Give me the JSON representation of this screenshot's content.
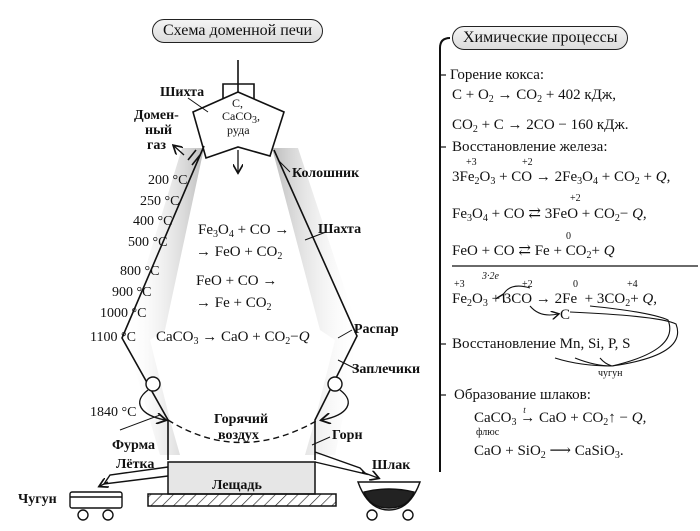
{
  "left_panel": {
    "title": "Схема доменной печи",
    "labels": {
      "charge": "Шихта",
      "blast_gas_1": "Домен-",
      "blast_gas_2": "ный",
      "blast_gas_3": "газ",
      "charge_contents_1": "C,",
      "charge_contents_2": "CaCO3,",
      "charge_contents_3": "руда",
      "throat": "Колошник",
      "shaft": "Шахта",
      "bosh_top": "Распар",
      "bosh": "Заплечики",
      "tuyere": "Фурма",
      "taphole": "Лётка",
      "hearth": "Горн",
      "hot_air_1": "Горячий",
      "hot_air_2": "воздух",
      "slag": "Шлак",
      "pig_iron": "Чугун",
      "hearth_bottom": "Лещадь"
    },
    "temperatures": [
      "200 °C",
      "250 °C",
      "400 °C",
      "500 °C",
      "800 °C",
      "900 °C",
      "1000 °C",
      "1100 °C",
      "1840 °C"
    ],
    "reactions": {
      "r1_line1": "Fe3O4 + CO →",
      "r1_line2": "→ FeO + CO2",
      "r2_line1": "FeO + CO →",
      "r2_line2": "→ Fe + CO2",
      "r3": "CaCO3 → CaO + CO2 − Q"
    }
  },
  "right_panel": {
    "title": "Химические процессы",
    "sections": [
      {
        "heading": "Горение кокса:",
        "equations": [
          "C + O2 → CO2 + 402 кДж,",
          "CO2 + C → 2CO − 160 кДж."
        ]
      },
      {
        "heading": "Восстановление железа:",
        "equations": [
          "3Fe2O3 + CO → 2Fe3O4 + CO2 + Q,",
          "Fe3O4 + CO ⇄ 3FeO + CO2 − Q,",
          "FeO + CO ⇄ Fe + CO2 + Q",
          "Fe2O3 + 3CO → 2Fe + 3CO2 + Q,"
        ]
      },
      {
        "heading": "Восстановление Mn, Si, P, S",
        "note": "чугун",
        "carbon": "C"
      },
      {
        "heading": "Образование шлаков:",
        "equations": [
          "CaCO3 →t CaO + CO2↑ − Q,",
          "CaO + SiO2 ⟶ CaSiO3."
        ],
        "flux_label": "флюс"
      }
    ],
    "oxidation_states": {
      "fe2o3": "+3",
      "co": "+2",
      "feo": "+2",
      "fe": "0",
      "co2": "+4",
      "electrons": "3·2e"
    }
  }
}
